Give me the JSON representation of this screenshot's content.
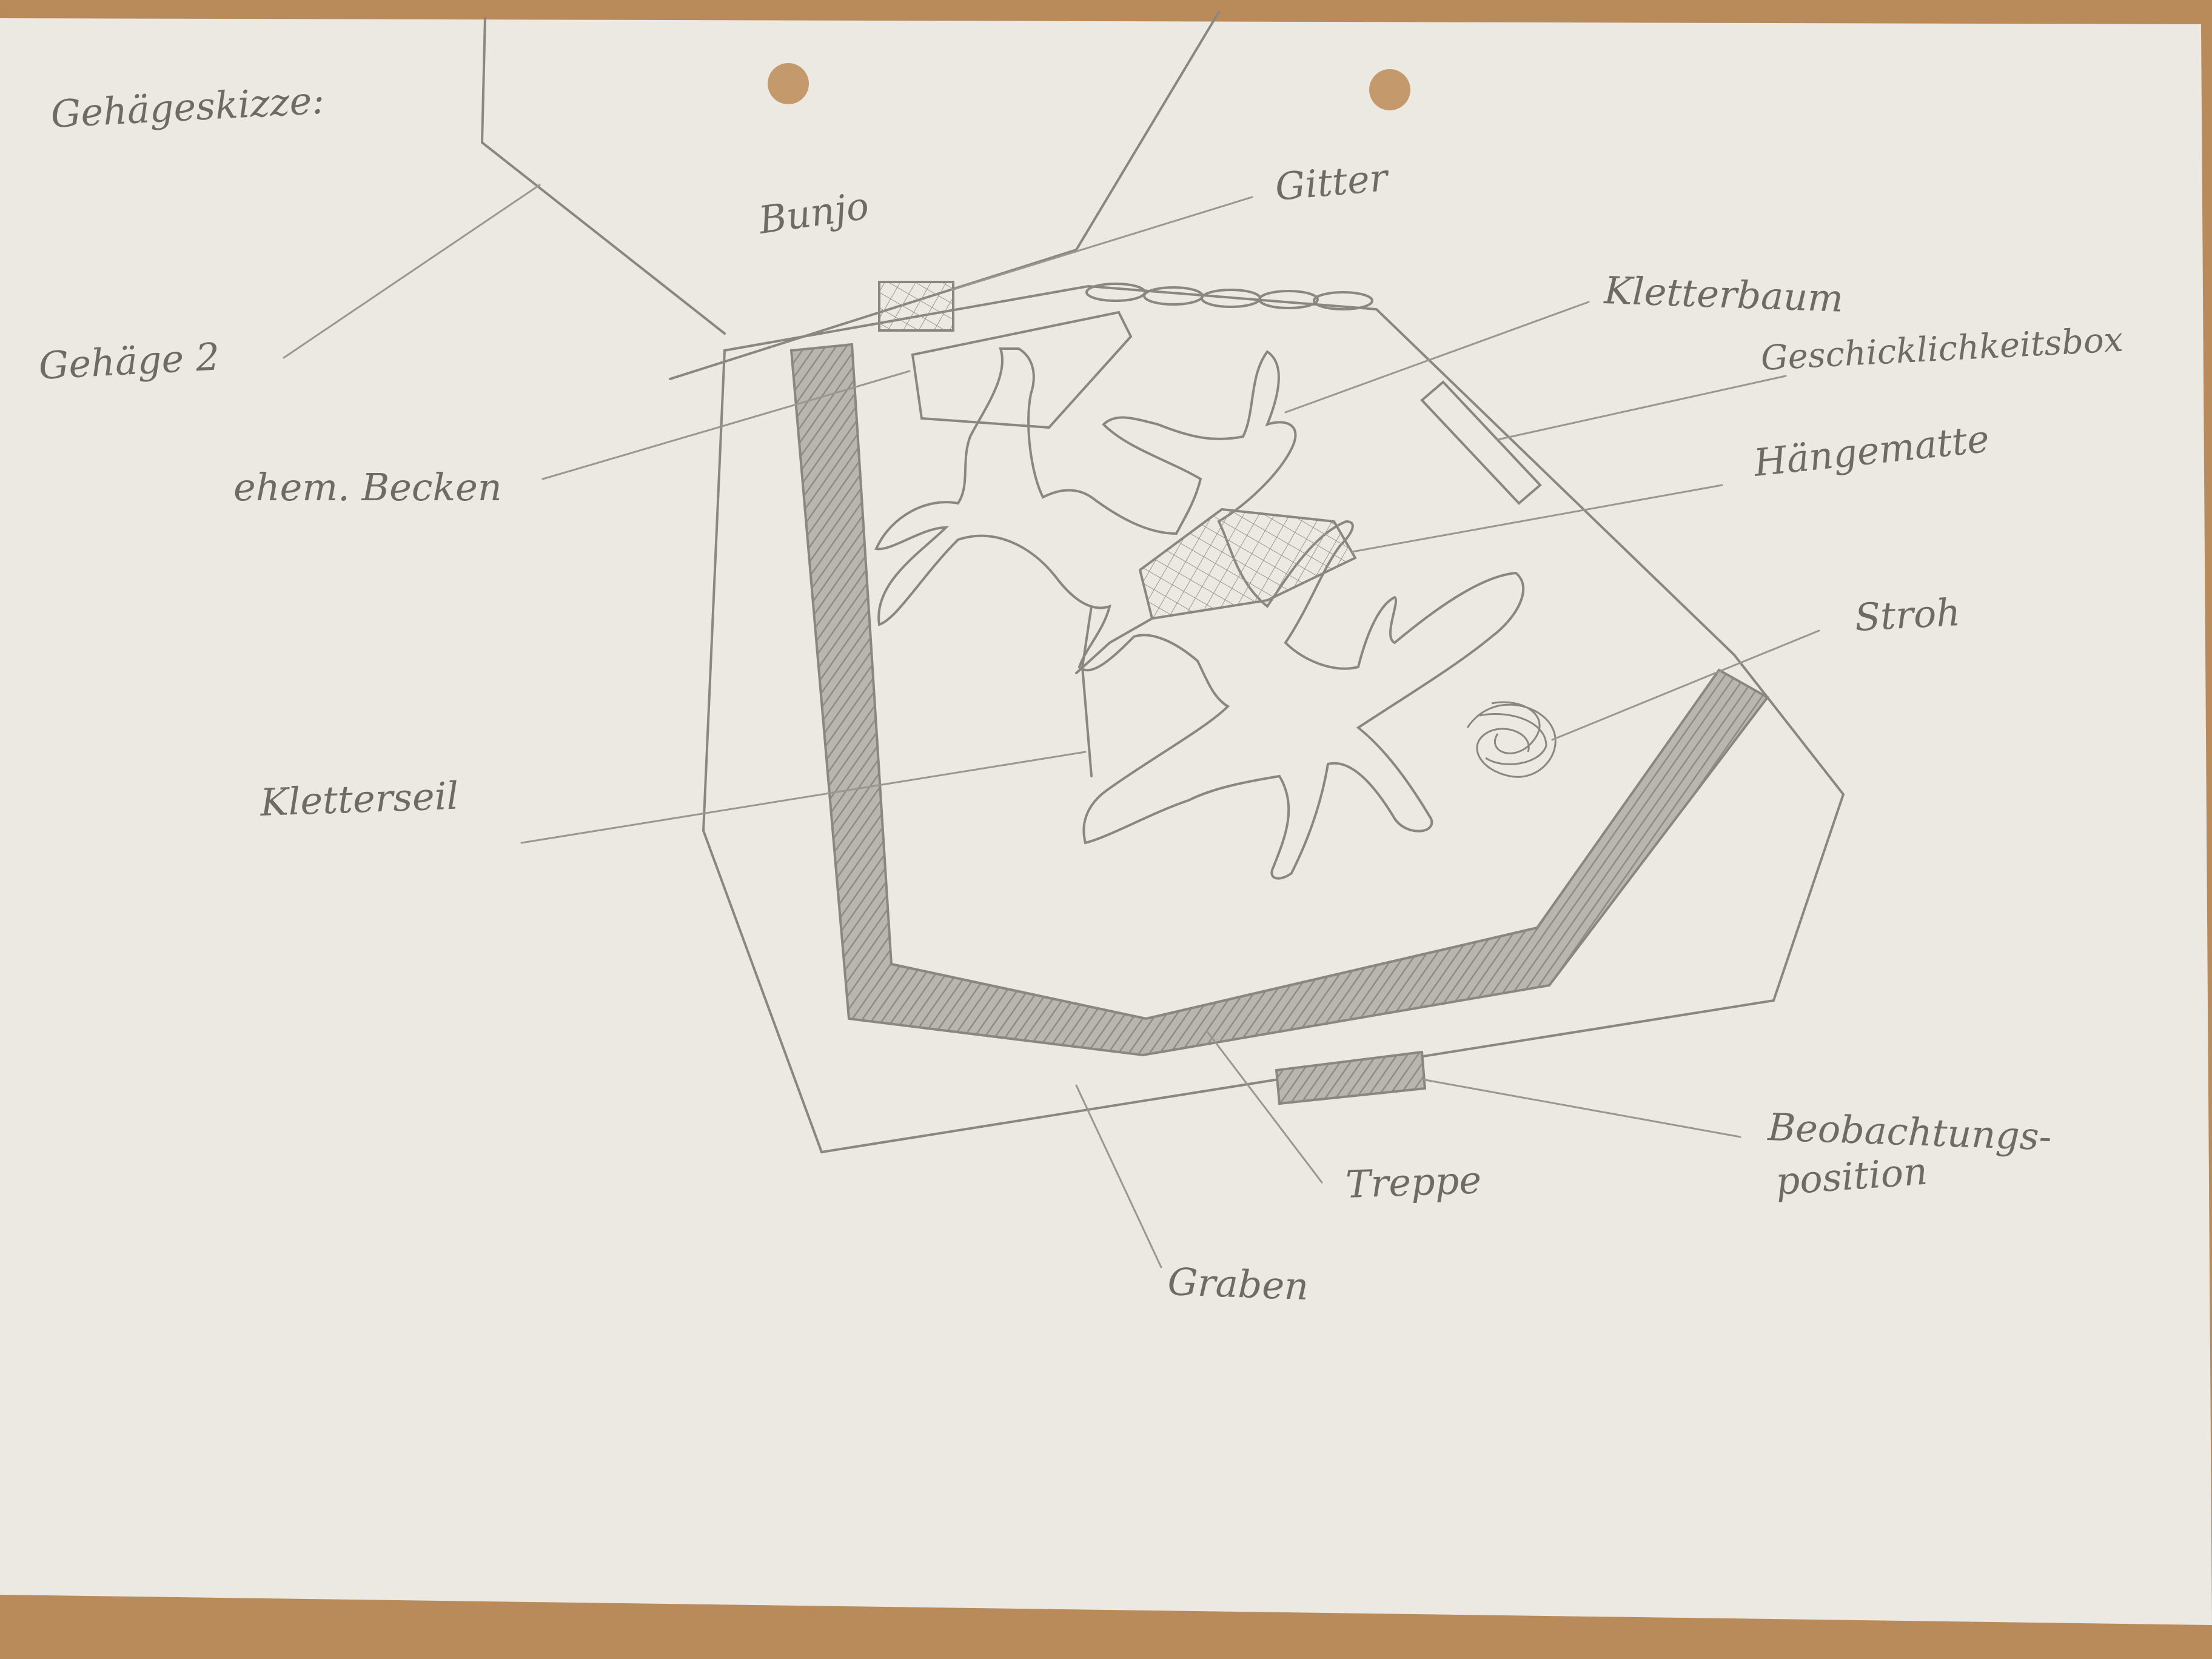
{
  "sketch": {
    "title": "Gehägeskizze:",
    "labels": {
      "gehaege2": "Gehäge 2",
      "bunjo": "Bunjo",
      "gitter": "Gitter",
      "kletterbaum": "Kletterbaum",
      "geschicklichkeitsbox": "Geschicklichkeitsbox",
      "haengematte": "Hängematte",
      "ehem_becken": "ehem. Becken",
      "stroh": "Stroh",
      "kletterseil": "Kletterseil",
      "treppe": "Treppe",
      "beobachtung_1": "Beobachtungs-",
      "beobachtung_2": "position",
      "graben": "Graben"
    }
  },
  "colors": {
    "wood": "#b98a5a",
    "paper": "#ece8e2",
    "pencil": "#8a8681",
    "shading": "#a9a59f"
  }
}
